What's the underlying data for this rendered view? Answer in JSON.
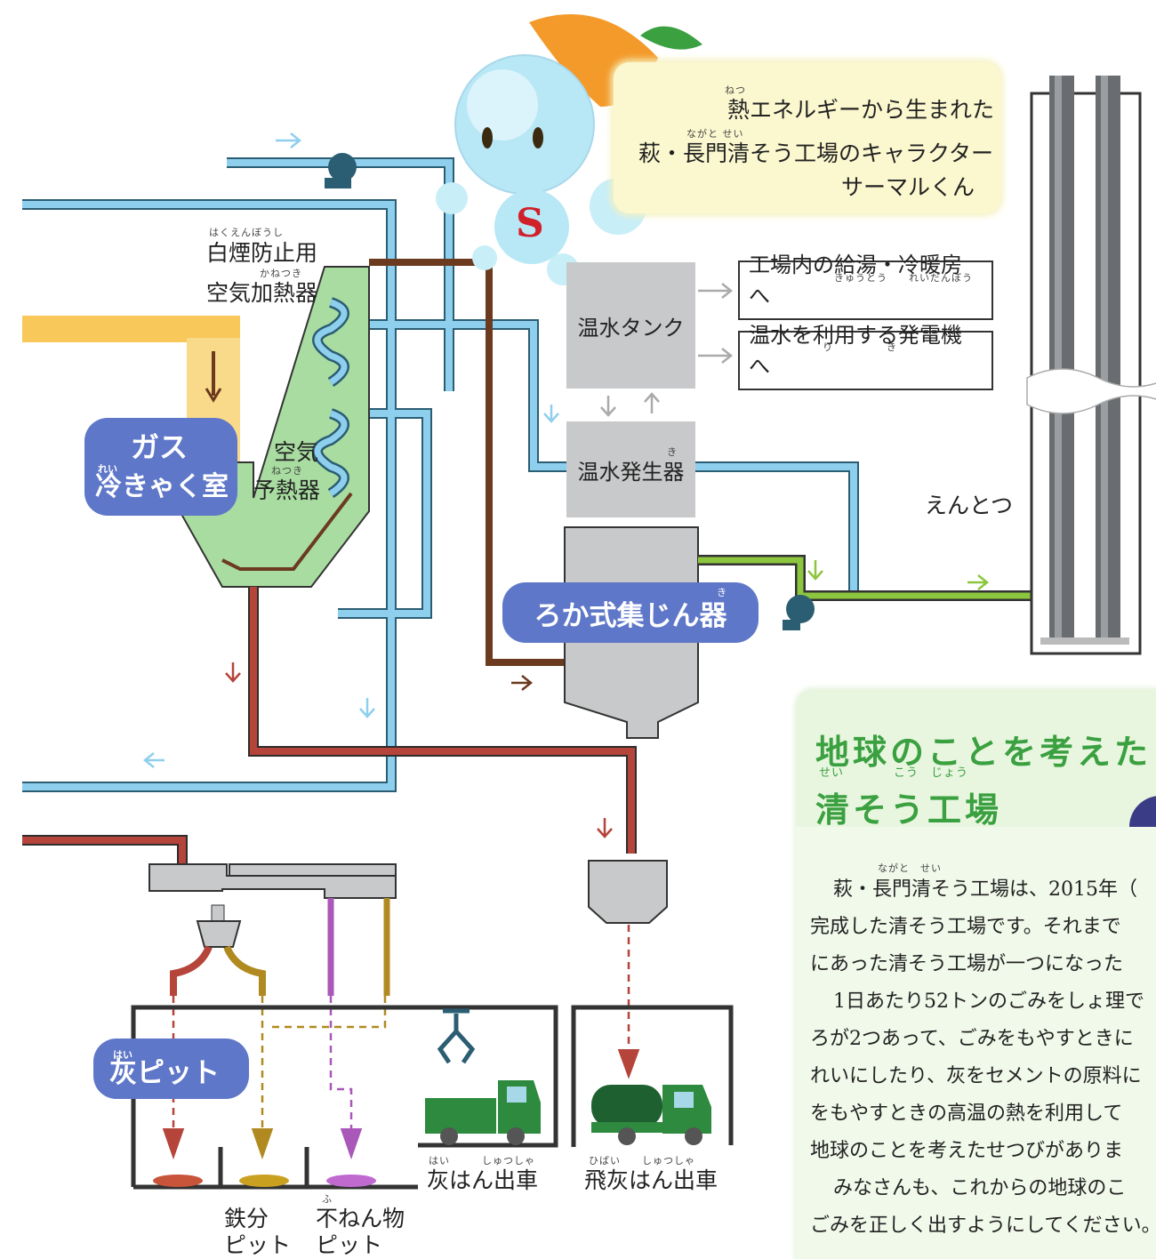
{
  "character": {
    "badge": "S",
    "ruby_netsu": "ねつ",
    "line1": "熱エネルギーから生まれた",
    "ruby_nagato": "ながと せい",
    "line2": "萩・長門清そう工場のキャラクター",
    "line3": "サーマルくん"
  },
  "labels": {
    "hakuen_ruby": "はくえんぼうし",
    "hakuen": "白煙防止用",
    "kanetsuki_ruby": "かねつき",
    "kuuki_kanetsuki": "空気加熱器",
    "gas": "ガス",
    "rei_ruby": "れい",
    "reikyakushitsu": "冷きゃく室",
    "kuuki": "空気",
    "netsuki_ruby": "ねつき",
    "yonetsuki": "予熱器",
    "onsui_tank": "温水タンク",
    "onsui_hasseiki_ruby": "き",
    "onsui_hasseiki": "温水発生器",
    "roka_ruby": "き",
    "roka": "ろか式集じん器",
    "entotsu": "えんとつ",
    "kyuto_ruby": "きゅうとう　　れいだんぼう",
    "kyuto": "工場内の給湯・冷暖房へ",
    "hatsudenki_ruby": "り　　　　　き",
    "hatsudenki": "温水を利用する発電機へ",
    "hai_ruby": "はい",
    "hai_pit": "灰ピット",
    "tetsubun": "鉄分",
    "tetsubun_pit": "ピット",
    "funen_ruby": "ふ",
    "funenbutsu": "不ねん物",
    "funen_pit": "ピット",
    "haihan_ruby": "はい　　　しゅつしゃ",
    "haihan": "灰はん出車",
    "hibai_ruby": "ひばい　　しゅつしゃ",
    "hibai": "飛灰はん出車"
  },
  "panel": {
    "title1": "地球のことを考えた",
    "title2_ruby": "せい　　　　こう　じょう",
    "title2": "清そう工場",
    "ruby_line1": "ながと　せい",
    "lines": [
      "萩・長門清そう工場は、2015年（",
      "完成した清そう工場です。それまで",
      "にあった清そう工場が一つになった",
      "1日あたり52トンのごみをしょ理で",
      "ろが2つあって、ごみをもやすときに",
      "れいにしたり、灰をセメントの原料に",
      "をもやすときの高温の熱を利用して",
      "地球のことを考えたせつびがありま",
      "みなさんも、これからの地球のこ",
      "ごみを正しく出すようにしてください。"
    ]
  },
  "colors": {
    "water_pipe": "#8fcfee",
    "gas_duct": "#f8c85a",
    "flue": "#a8dca0",
    "exhaust": "#8cc63f",
    "ash_line": "#b5443a",
    "brown_line": "#6b3a1f",
    "label_pill": "#5f77c8",
    "truck": "#2e8a3e",
    "panel_title": "#3aa040"
  }
}
